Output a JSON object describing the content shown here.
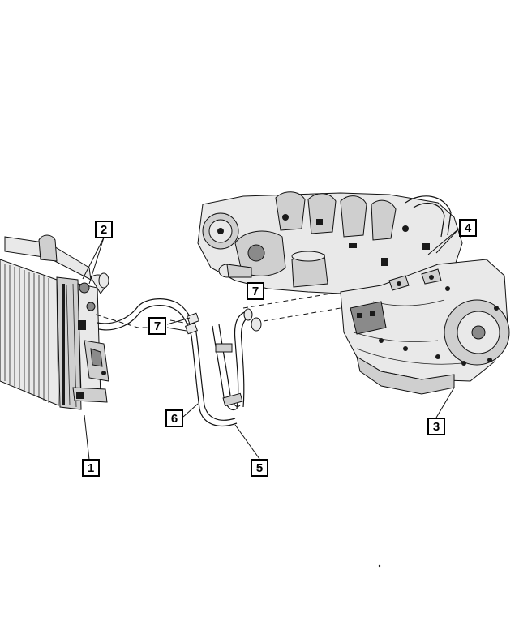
{
  "callouts": [
    {
      "id": "radiator",
      "label": "1"
    },
    {
      "id": "upper-fittings",
      "label": "2"
    },
    {
      "id": "transmission",
      "label": "3"
    },
    {
      "id": "transmission-fittings",
      "label": "4"
    },
    {
      "id": "cooler-line-a",
      "label": "5"
    },
    {
      "id": "cooler-line-b",
      "label": "6"
    },
    {
      "id": "clamp-left",
      "label": "7"
    },
    {
      "id": "clamp-right",
      "label": "7"
    }
  ]
}
